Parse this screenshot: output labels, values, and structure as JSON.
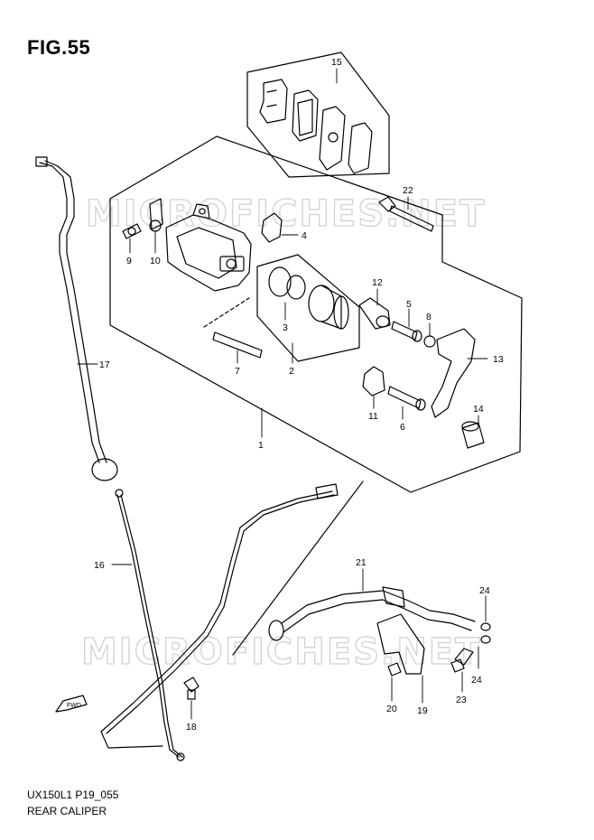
{
  "figure": {
    "title": "FIG.55",
    "code": "UX150L1 P19_055",
    "caption": "REAR CALIPER",
    "watermark": "MICROFICHES.NET",
    "fwd_label": "FWD"
  },
  "callouts": [
    "15",
    "22",
    "4",
    "9",
    "10",
    "12",
    "5",
    "8",
    "3",
    "7",
    "2",
    "13",
    "11",
    "6",
    "14",
    "1",
    "17",
    "16",
    "21",
    "24",
    "18",
    "20",
    "19",
    "23"
  ]
}
